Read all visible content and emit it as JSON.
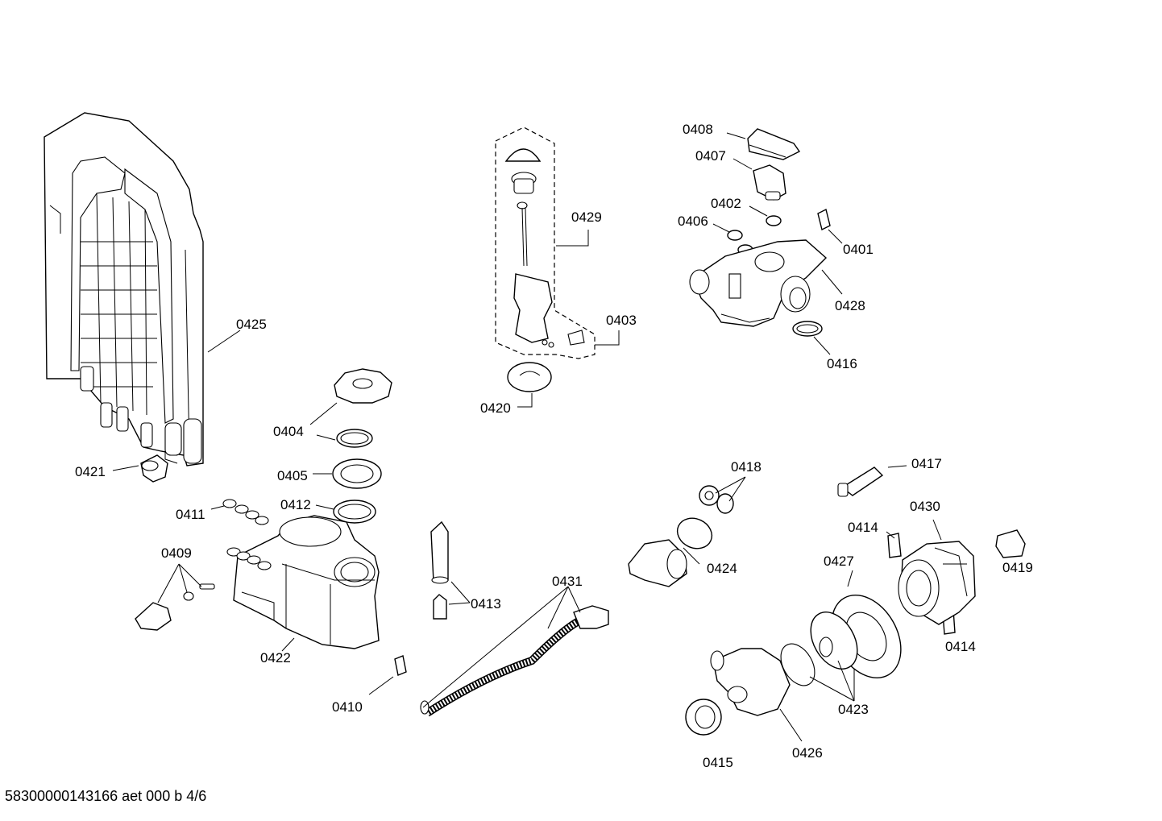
{
  "labels": {
    "p0401": "0401",
    "p0402": "0402",
    "p0403": "0403",
    "p0404": "0404",
    "p0405": "0405",
    "p0406": "0406",
    "p0407": "0407",
    "p0408": "0408",
    "p0409": "0409",
    "p0410": "0410",
    "p0411": "0411",
    "p0412": "0412",
    "p0413": "0413",
    "p0414a": "0414",
    "p0414b": "0414",
    "p0415": "0415",
    "p0416": "0416",
    "p0417": "0417",
    "p0418": "0418",
    "p0419": "0419",
    "p0420": "0420",
    "p0421": "0421",
    "p0422": "0422",
    "p0423": "0423",
    "p0424": "0424",
    "p0425": "0425",
    "p0426": "0426",
    "p0427": "0427",
    "p0428": "0428",
    "p0429": "0429",
    "p0430": "0430",
    "p0431": "0431"
  },
  "footer": "58300000143166 aet 000 b 4/6"
}
